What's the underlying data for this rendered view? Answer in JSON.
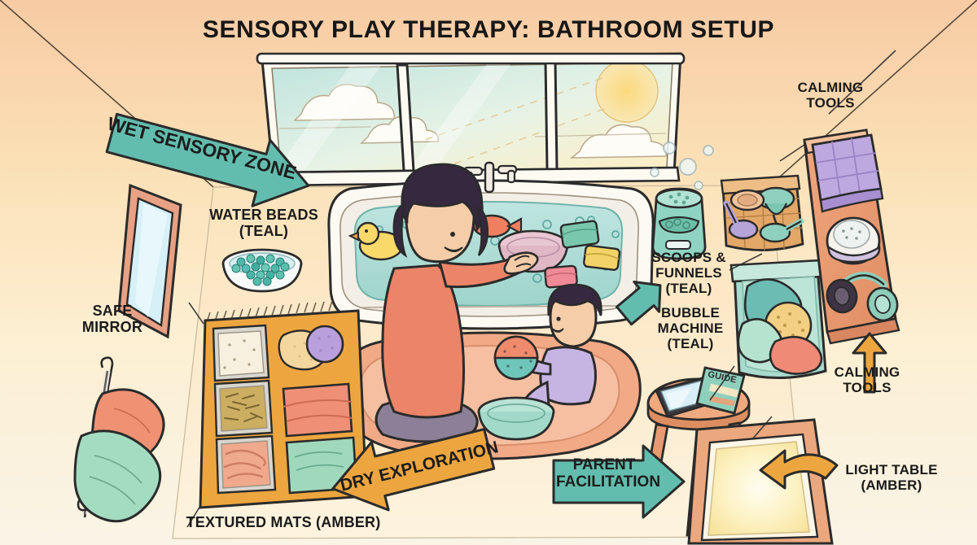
{
  "page": {
    "title": "SENSORY PLAY THERAPY: BATHROOM SETUP",
    "background_top": "#f7cba4",
    "background_mid": "#fbe8c4",
    "background_bottom": "#f7f3e4"
  },
  "colors": {
    "teal": "#63bdae",
    "teal_light": "#a9ded2",
    "amber": "#eda63f",
    "amber_light": "#f7cf8f",
    "coral": "#ec8468",
    "lavender": "#c6b5e3",
    "outline": "#2b2b2b",
    "text": "#1a1a1a"
  },
  "zone_arrows": [
    {
      "id": "wet-sensory-zone",
      "label": "WET SENSORY ZONE",
      "color": "#63bdae",
      "direction": "right"
    },
    {
      "id": "dry-exploration",
      "label": "DRY EXPLORATION",
      "color": "#eda63f",
      "direction": "left"
    },
    {
      "id": "parent-facilitation",
      "label": "PARENT FACILITATION",
      "color": "#63bdae",
      "direction": "right"
    },
    {
      "id": "calming-tools-arrow",
      "label": "",
      "color": "#eda63f",
      "direction": "up"
    },
    {
      "id": "light-table-arrow",
      "label": "",
      "color": "#eda63f",
      "direction": "curved-left"
    },
    {
      "id": "bubble-machine-arrow",
      "label": "",
      "color": "#63bdae",
      "direction": "up-left"
    }
  ],
  "labels": [
    {
      "id": "safe-mirror",
      "text": "SAFE\nMIRROR"
    },
    {
      "id": "water-beads",
      "text": "WATER BEADS\n(TEAL)"
    },
    {
      "id": "textured-mats",
      "text": "TEXTURED MATS (AMBER)"
    },
    {
      "id": "scoops-funnels",
      "text": "SCOOPS &\nFUNNELS\n(TEAL)"
    },
    {
      "id": "bubble-machine",
      "text": "BUBBLE\nMACHINE\n(TEAL)"
    },
    {
      "id": "calming-tools-top",
      "text": "CALMING\nTOOLS"
    },
    {
      "id": "calming-tools-bottom",
      "text": "CALMING\nTOOLS"
    },
    {
      "id": "light-table",
      "text": "LIGHT TABLE\n(AMBER)"
    }
  ],
  "scene": {
    "window": {
      "panes": 3,
      "sky": "#bfe3de",
      "sun": "#f6c761",
      "cloud": "#fdfaf4"
    },
    "bathtub": {
      "water": "#aedcd6",
      "rim": "#fdfaf4"
    },
    "bath_toys": [
      "rubber-duck",
      "fish-toy",
      "green-sponge",
      "yellow-sponge",
      "pink-sponge",
      "bowl"
    ],
    "parent": {
      "shirt": "#ec8468",
      "pants": "#8b8098",
      "hair": "#36283f"
    },
    "child": {
      "outfit": "#c6b5e3",
      "hair": "#36283f"
    },
    "rug": "#f0a583",
    "basin": "#a9ded2",
    "sensory_ball": {
      "top": "#ec8468",
      "bottom": "#6ec6bb"
    },
    "shelf_items": [
      "weighted-blanket",
      "white-noise-machine",
      "headphones"
    ],
    "stool_items": [
      "tablet",
      "guide-book"
    ],
    "guide_book_label": "GUIDE",
    "bin_items": [
      "teal-towel",
      "textured-ball",
      "coral-cloth"
    ],
    "mat_tray_bins": [
      "rice",
      "pasta",
      "noodles"
    ],
    "mat_tray_swatches": [
      "sand-shape",
      "purple-pom",
      "coral-cloth",
      "mint-cloth"
    ],
    "towel_rack": [
      "coral-towel",
      "mint-towel"
    ]
  }
}
